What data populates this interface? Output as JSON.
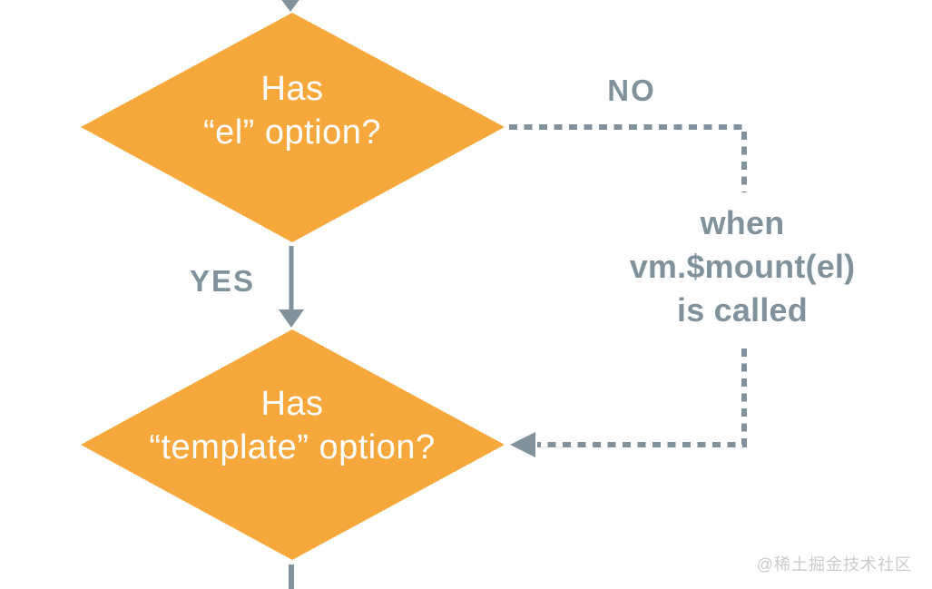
{
  "diagram": {
    "type": "flowchart",
    "colors": {
      "node": "#F6A83C",
      "line": "#82929D",
      "node_text": "#FFFFFF",
      "watermark": "#CBCBCB",
      "background": "#FFFFFF"
    },
    "nodes": [
      {
        "id": "has-el",
        "shape": "diamond",
        "line1": "Has",
        "line2": "“el” option?"
      },
      {
        "id": "has-template",
        "shape": "diamond",
        "line1": "Has",
        "line2": "“template” option?"
      }
    ],
    "edges": {
      "yes_label": "YES",
      "no_label": "NO",
      "note_line1": "when",
      "note_line2": "vm.$mount(el)",
      "note_line3": "is called"
    },
    "watermark": "@稀土掘金技术社区"
  }
}
